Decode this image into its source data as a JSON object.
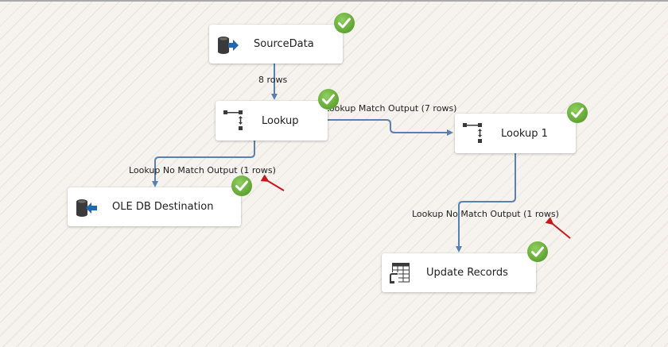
{
  "canvas": {
    "nodes": [
      {
        "id": "source",
        "label": "SourceData",
        "icon": "ole-db-source-icon",
        "status": "success"
      },
      {
        "id": "lookup",
        "label": "Lookup",
        "icon": "lookup-icon",
        "status": "success"
      },
      {
        "id": "lookup1",
        "label": "Lookup 1",
        "icon": "lookup-icon",
        "status": "success"
      },
      {
        "id": "oledest",
        "label": "OLE DB Destination",
        "icon": "ole-db-destination-icon",
        "status": "success"
      },
      {
        "id": "update",
        "label": "Update Records",
        "icon": "ole-db-command-icon",
        "status": "success"
      }
    ],
    "edges": [
      {
        "from": "source",
        "to": "lookup",
        "label": "8 rows"
      },
      {
        "from": "lookup",
        "to": "lookup1",
        "label": "Lookup Match Output (7 rows)"
      },
      {
        "from": "lookup",
        "to": "oledest",
        "label": "Lookup No Match Output (1 rows)"
      },
      {
        "from": "lookup1",
        "to": "update",
        "label": "Lookup No Match Output (1 rows)"
      }
    ],
    "colors": {
      "edge": "#5b7fae",
      "success": "#6fb33f",
      "annotation_arrow": "#c8161d",
      "source_arrow": "#1f67b1"
    }
  }
}
